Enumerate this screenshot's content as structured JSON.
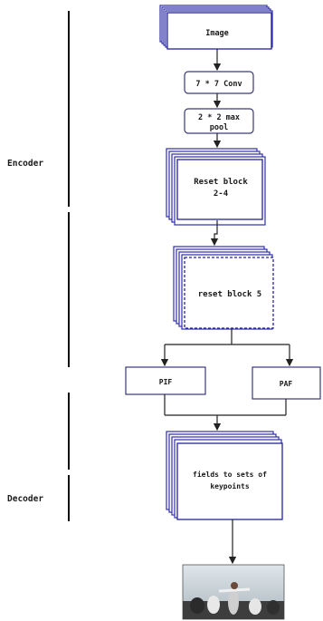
{
  "sections": {
    "encoder": "Encoder",
    "decoder": "Decoder"
  },
  "nodes": {
    "image": "Image",
    "conv": "7 * 7 Conv",
    "maxpool_line1": "2 * 2 max",
    "maxpool_line2": "pool",
    "resnet24_line1": "Reset block",
    "resnet24_line2": "2-4",
    "resnet5": "reset block 5",
    "pif": "PIF",
    "paf": "PAF",
    "decoder_box_line1": "fields to sets of",
    "decoder_box_line2": "keypoints"
  },
  "output_image": "photo-of-people-pose-estimation-output",
  "colors": {
    "stack_border": "#22229a",
    "box_border": "#3a3a7a",
    "line": "#222222"
  }
}
